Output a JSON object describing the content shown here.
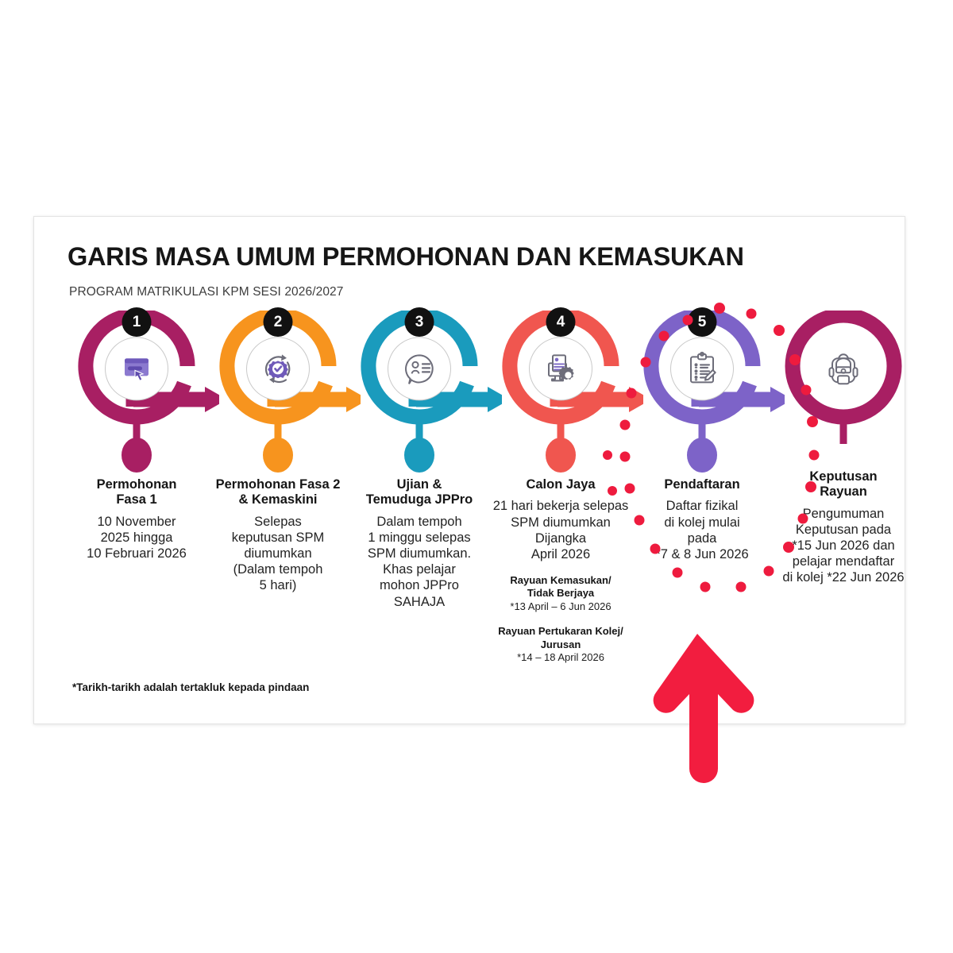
{
  "header": {
    "title": "GARIS MASA UMUM PERMOHONAN DAN KEMASUKAN",
    "subtitle": "PROGRAM MATRIKULASI KPM SESI 2026/2027"
  },
  "footnote": "*Tarikh-tarikh adalah tertakluk kepada pindaan",
  "colors": {
    "step1": "#a81f63",
    "step2": "#f7941e",
    "step3": "#1a9bbd",
    "step4": "#f0564f",
    "step5": "#7d63c8",
    "step6": "#a81f63",
    "highlight_dot": "#ee1b3e",
    "callout_arrow": "#f21d3f",
    "badge": "#111111",
    "icon_purple": "#7b68c4",
    "icon_gray": "#6d6d7a"
  },
  "steps": [
    {
      "number": "1",
      "icon": "form-click-icon",
      "label": "Permohonan\nFasa 1",
      "detail": "10 November\n2025 hingga\n10 Februari 2026",
      "color": "#a81f63"
    },
    {
      "number": "2",
      "icon": "gear-refresh-icon",
      "label": "Permohonan Fasa 2\n& Kemaskini",
      "detail": "Selepas\nkeputusan SPM\ndiumumkan\n(Dalam tempoh\n5 hari)",
      "color": "#f7941e"
    },
    {
      "number": "3",
      "icon": "interview-bubble-icon",
      "label": "Ujian &\nTemuduga JPPro",
      "detail": "Dalam tempoh\n1 minggu selepas\nSPM diumumkan.\nKhas pelajar\nmohon JPPro\nSAHAJA",
      "color": "#1a9bbd"
    },
    {
      "number": "4",
      "icon": "document-gear-icon",
      "label": "Calon Jaya",
      "detail": "21 hari bekerja selepas\nSPM diumumkan\nDijangka\nApril 2026",
      "color": "#f0564f",
      "subnotes": [
        {
          "title": "Rayuan Kemasukan/\nTidak Berjaya",
          "date": "*13 April – 6 Jun 2026"
        },
        {
          "title": "Rayuan Pertukaran Kolej/\nJurusan",
          "date": "*14 – 18 April 2026"
        }
      ]
    },
    {
      "number": "5",
      "icon": "clipboard-checklist-icon",
      "label": "Pendaftaran",
      "detail": "Daftar fizikal\ndi kolej mulai\npada\n*7 & 8 Jun 2026",
      "color": "#7d63c8",
      "highlighted": true
    },
    {
      "number": "",
      "icon": "backpack-icon",
      "label": "Keputusan\nRayuan",
      "detail": "Pengumuman\nKeputusan pada\n*15 Jun 2026 dan\npelajar mendaftar\ndi kolej *22 Jun 2026",
      "color": "#a81f63"
    }
  ]
}
